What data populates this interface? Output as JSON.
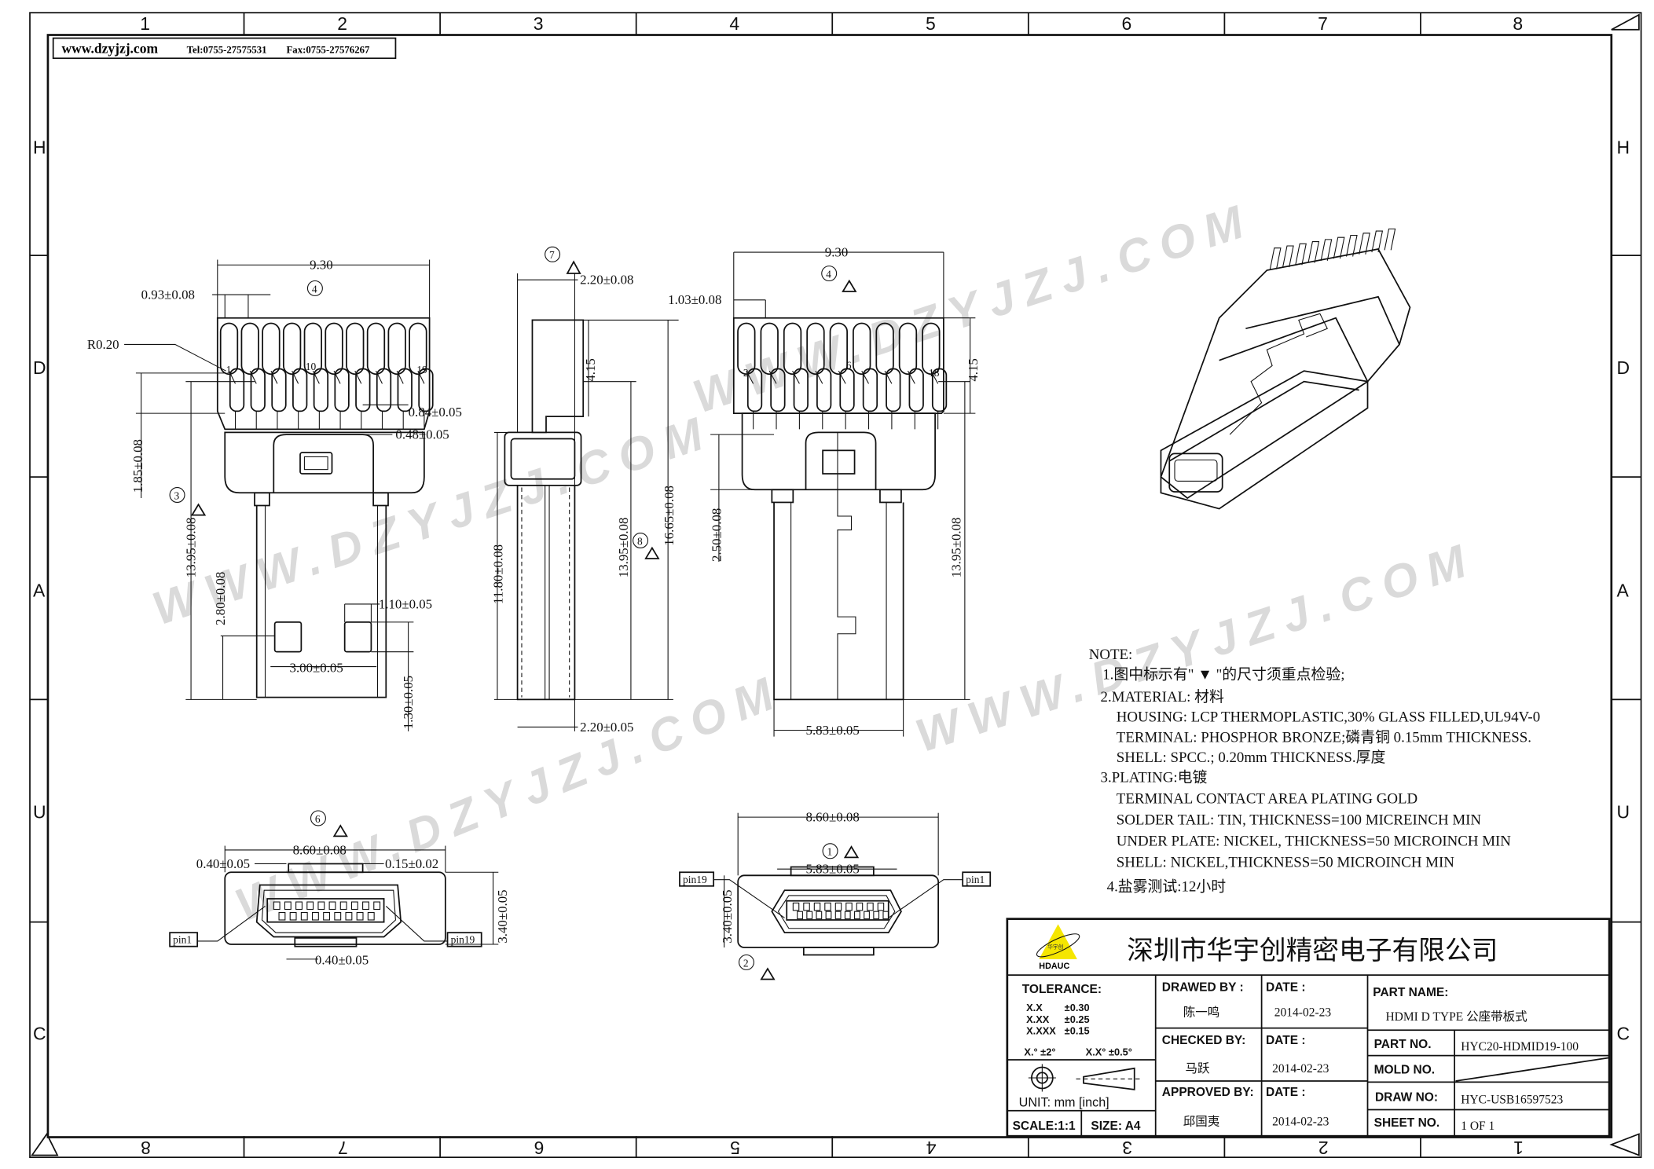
{
  "header_strip": {
    "website": "www.dzyjzj.com",
    "tel": "Tel:0755-27575531",
    "fax": "Fax:0755-27576267"
  },
  "frame": {
    "columns_top": [
      "1",
      "2",
      "3",
      "4",
      "5",
      "6",
      "7",
      "8"
    ],
    "columns_bottom": [
      "8",
      "7",
      "6",
      "5",
      "4",
      "3",
      "2",
      "1"
    ],
    "rows": [
      "H",
      "D",
      "A",
      "U",
      "C"
    ]
  },
  "watermark": "WWW.DZYJZJ.COM",
  "views": {
    "front": {
      "balloon_4": "4",
      "balloon_3": "3",
      "width": "9.30",
      "pitch": "0.93±0.08",
      "radius": "R0.20",
      "pin_pitch": "0.84±0.05",
      "pin_width": "0.48±0.05",
      "h_185": "1.85±0.08",
      "h_1395": "13.95±0.08",
      "h_280": "2.80±0.08",
      "win_w": "1.10±0.05",
      "win_sp": "3.00±0.05",
      "win_h": "1.30±0.05",
      "pin_marks": [
        "1",
        "10",
        "19"
      ]
    },
    "side": {
      "balloon_7": "7",
      "balloon_8": "8",
      "top_w": "2.20±0.08",
      "h_415": "4.15",
      "h_1180": "11.80±0.08",
      "h_1395": "13.95±0.08",
      "h_1665": "16.65±0.08",
      "bot_w": "2.20±0.05"
    },
    "back": {
      "balloon_4": "4",
      "width": "9.30",
      "pitch": "1.03±0.08",
      "h_415": "4.15",
      "h_250": "2.50±0.08",
      "h_1395": "13.95±0.08",
      "shell_w": "5.83±0.05",
      "pin_marks": [
        "2",
        "6",
        "18"
      ]
    },
    "end_left": {
      "balloon_6": "6",
      "width": "8.60±0.08",
      "slot": "0.40±0.05",
      "gap": "0.15±0.02",
      "height": "3.40±0.05",
      "bottom_slot": "0.40±0.05",
      "pin_left": "pin1",
      "pin_right": "pin19"
    },
    "end_right": {
      "balloon_1": "1",
      "balloon_2": "2",
      "width": "8.60±0.08",
      "inner": "5.83±0.05",
      "height": "3.40±0.05",
      "pin_left": "pin19",
      "pin_right": "pin1"
    }
  },
  "notes": {
    "title": "NOTE:",
    "lines": [
      "1.图中标示有\" ▼ \"的尺寸须重点检验;",
      "2.MATERIAL: 材料",
      "HOUSING: LCP THERMOPLASTIC,30% GLASS FILLED,UL94V-0",
      "TERMINAL: PHOSPHOR BRONZE;磷青铜 0.15mm THICKNESS.",
      "SHELL: SPCC.; 0.20mm THICKNESS.厚度",
      "3.PLATING:电镀",
      "TERMINAL CONTACT AREA PLATING GOLD",
      "SOLDER TAIL: TIN, THICKNESS=100 MICREINCH MIN",
      "UNDER PLATE: NICKEL, THICKNESS=50 MICROINCH MIN",
      "SHELL: NICKEL,THICKNESS=50 MICROINCH MIN",
      "4.盐雾测试:12小时"
    ]
  },
  "title_block": {
    "logo_text": "HDAUC",
    "logo_cn": "华宇创",
    "company": "深圳市华宇创精密电子有限公司",
    "tolerance_label": "TOLERANCE:",
    "tolerances": [
      [
        "X.X",
        "±0.30"
      ],
      [
        "X.XX",
        "±0.25"
      ],
      [
        "X.XXX",
        "±0.15"
      ]
    ],
    "angle_tol": [
      "X.° ±2°",
      "X.X° ±0.5°"
    ],
    "unit": "UNIT:  mm  [inch]",
    "scale": "SCALE:1:1",
    "size": "SIZE:  A4",
    "drawed_by_label": "DRAWED  BY :",
    "drawed_by": "陈一鸣",
    "checked_by_label": "CHECKED  BY:",
    "checked_by": "马跃",
    "approved_by_label": "APPROVED  BY:",
    "approved_by": "邱国夷",
    "date_label": "DATE  :",
    "dates": [
      "2014-02-23",
      "2014-02-23",
      "2014-02-23"
    ],
    "part_name_label": "PART  NAME:",
    "part_name": "HDMI  D  TYPE  公座带板式",
    "part_no_label": "PART  NO.",
    "part_no": "HYC20-HDMID19-100",
    "mold_no_label": "MOLD  NO.",
    "draw_no_label": "DRAW  NO:",
    "draw_no": "HYC-USB16597523",
    "sheet_no_label": "SHEET  NO.",
    "sheet_no": "1  OF  1"
  },
  "colors": {
    "line": "#111111",
    "logo": "#f5e600",
    "watermark": "#bcbcbc"
  }
}
